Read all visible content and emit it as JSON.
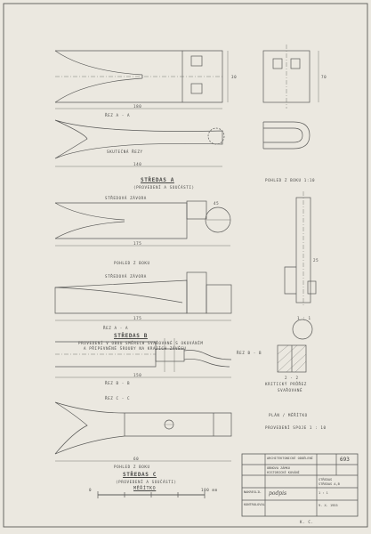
{
  "sheet": {
    "paper_color": "#ebe8e0",
    "line_color": "#5a5a58"
  },
  "view_labels": {
    "a_front_label": "ŘEZ A - A",
    "a_top_label": "SKUTEČNÁ ŘEZY",
    "a_title": "STŘEDAS A",
    "a_subtitle": "(PROVEDENÍ A SOUČÁSTI)",
    "a_side_label": "POHLED Z BOKU 1:10",
    "b_top_label": "STŘEDOVÁ ZÁVORA",
    "b_side_label": "POHLED Z BOKU",
    "b_mid_label": "STŘEDOVÁ ZÁVORA",
    "b_front_label": "ŘEZ A - A",
    "b_title": "STŘEDAS B",
    "b_desc_1": "PROVEDENÍ V OBOU SMĚRECH SVAŘOVANÉ S OKOVÁNÍM",
    "b_desc_2": "A PŘIPEVNĚNÉ ŠROUBY NA KRAJÍCH ZÁVĚSU",
    "section_1": "1 : 1",
    "section_1_label": "ŘEZ B - B",
    "section_2": "2 - 2",
    "section_2_label": "KRITICKÝ PRŮŘEZ",
    "section_2_sub": "SVAŘOVANÉ",
    "c_label_a": "ŘEZ B - B",
    "c_label_b": "ŘEZ C - C",
    "c_plan": "PLÁN / MĚŘÍTKO",
    "c_plan_sub": "PROVEDENÍ SPOJE 1 : 10",
    "c_side_label": "POHLED Z BOKU",
    "c_title": "STŘEDAS C",
    "c_subtitle": "(PROVEDENÍ A SOUČÁSTI)",
    "scale_label": "MĚŘÍTKO",
    "scale_left": "0",
    "scale_right": "100 mm",
    "bottom_mark": "K. C."
  },
  "dims": {
    "d1": "180",
    "d2": "140",
    "d3": "175",
    "d4": "175",
    "d5": "150",
    "d6": "30",
    "d7": "70",
    "d8": "45",
    "d9": "25",
    "d10": "60"
  },
  "title_block": {
    "drawing_no": "693",
    "org": "ARCHITEKTONICKÉ ODDĚLENÍ",
    "project_1": "OBNOVA ZÁMKU",
    "project_2": "HISTORICKÉ KOVÁNÍ",
    "drawing_title": "STŘEDAS",
    "drawing_sub": "STŘEDAS A,B",
    "scale": "1 : 1",
    "date": "9. X. 1955",
    "drawn": "NAKRESLIL",
    "checked": "KONTROLOVAL",
    "signature_note": "podpis"
  }
}
